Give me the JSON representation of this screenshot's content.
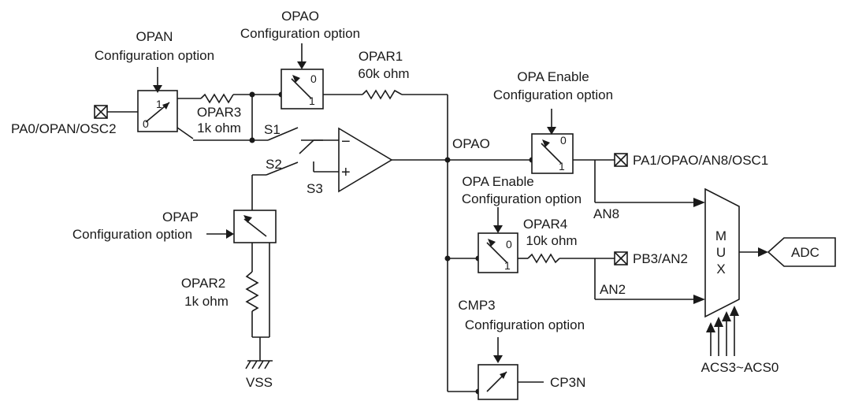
{
  "blocks": {
    "opan": {
      "title": "OPAN",
      "subtitle": "Configuration option",
      "in1": "1",
      "in0": "0"
    },
    "opao_sel": {
      "title": "OPAO",
      "subtitle": "Configuration option",
      "in0": "0",
      "in1": "1"
    },
    "opa_en1": {
      "title": "OPA Enable",
      "subtitle": "Configuration option",
      "in0": "0",
      "in1": "1"
    },
    "opa_en2": {
      "title": "OPA Enable",
      "subtitle": "Configuration option",
      "in0": "0",
      "in1": "1"
    },
    "opap": {
      "title": "OPAP",
      "subtitle": "Configuration option"
    },
    "cmp3": {
      "title": "CMP3",
      "subtitle": "Configuration option"
    }
  },
  "resistors": {
    "opar1": {
      "name": "OPAR1",
      "value": "60k ohm"
    },
    "opar2": {
      "name": "OPAR2",
      "value": "1k ohm"
    },
    "opar3": {
      "name": "OPAR3",
      "value": "1k ohm"
    },
    "opar4": {
      "name": "OPAR4",
      "value": "10k ohm"
    }
  },
  "switches": {
    "s1": "S1",
    "s2": "S2",
    "s3": "S3"
  },
  "opamp": {
    "minus": "−",
    "plus": "+"
  },
  "nets": {
    "opao": "OPAO",
    "an8": "AN8",
    "an2": "AN2",
    "vss": "VSS",
    "acs": "ACS3~ACS0"
  },
  "pins": {
    "pa0": "PA0/OPAN/OSC2",
    "pa1": "PA1/OPAO/AN8/OSC1",
    "pb3": "PB3/AN2",
    "cp3n": "CP3N"
  },
  "mux": {
    "l1": "M",
    "l2": "U",
    "l3": "X"
  },
  "adc": {
    "label": "ADC"
  }
}
